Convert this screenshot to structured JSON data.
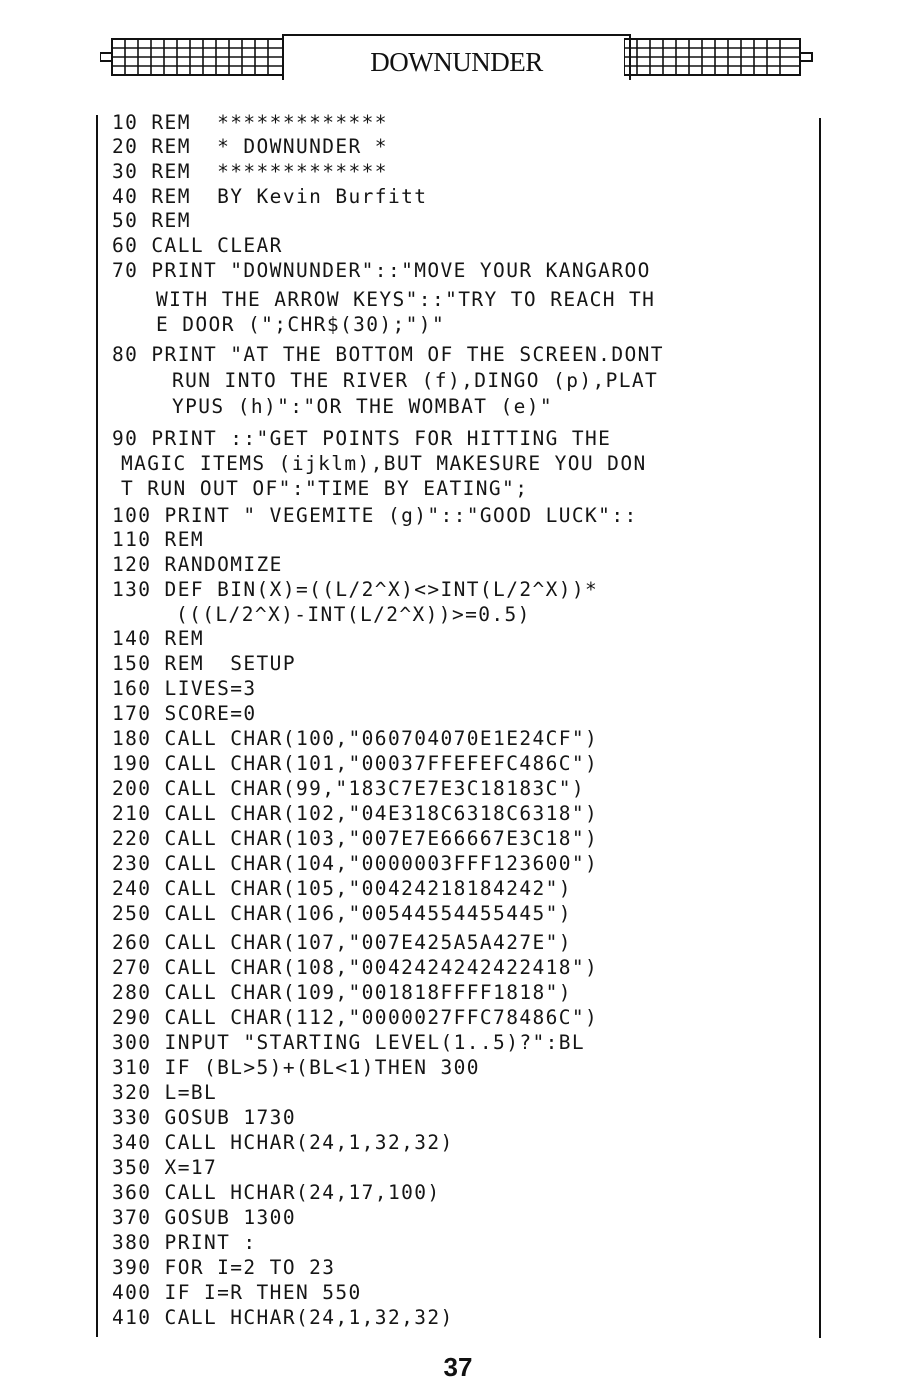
{
  "header": {
    "title": "DOWNUNDER"
  },
  "listing": [
    "10 REM  *************",
    "20 REM  * DOWNUNDER *",
    "30 REM  *************",
    "40 REM  BY Kevin Burfitt",
    "50 REM",
    "60 CALL CLEAR",
    "70 PRINT \"DOWNUNDER\"::\"MOVE YOUR KANGAROO",
    "WITH THE ARROW KEYS\"::\"TRY TO REACH TH",
    "E DOOR (\";CHR$(30);\")\"",
    "80 PRINT \"AT THE BOTTOM OF THE SCREEN.DONT",
    "RUN INTO THE RIVER (f),DINGO (p),PLAT",
    "YPUS (h)\":\"OR THE WOMBAT (e)\"",
    "90 PRINT ::\"GET POINTS FOR HITTING THE",
    "MAGIC ITEMS (ijklm),BUT MAKESURE YOU DON",
    "T RUN OUT OF\":\"TIME BY EATING\";",
    "100 PRINT \" VEGEMITE (g)\"::\"GOOD LUCK\"::",
    "110 REM",
    "120 RANDOMIZE",
    "130 DEF BIN(X)=((L/2^X)<>INT(L/2^X))*",
    "(((L/2^X)-INT(L/2^X))>=0.5)",
    "140 REM",
    "150 REM  SETUP",
    "160 LIVES=3",
    "170 SCORE=0",
    "180 CALL CHAR(100,\"060704070E1E24CF\")",
    "190 CALL CHAR(101,\"00037FFEFEFC486C\")",
    "200 CALL CHAR(99,\"183C7E7E3C18183C\")",
    "210 CALL CHAR(102,\"04E318C6318C6318\")",
    "220 CALL CHAR(103,\"007E7E66667E3C18\")",
    "230 CALL CHAR(104,\"0000003FFF123600\")",
    "240 CALL CHAR(105,\"00424218184242\")",
    "250 CALL CHAR(106,\"00544554455445\")",
    "260 CALL CHAR(107,\"007E425A5A427E\")",
    "270 CALL CHAR(108,\"0042424242422418\")",
    "280 CALL CHAR(109,\"001818FFFF1818\")",
    "290 CALL CHAR(112,\"0000027FFC78486C\")",
    "300 INPUT \"STARTING LEVEL(1..5)?\":BL",
    "310 IF (BL>5)+(BL<1)THEN 300",
    "320 L=BL",
    "330 GOSUB 1730",
    "340 CALL HCHAR(24,1,32,32)",
    "350 X=17",
    "360 CALL HCHAR(24,17,100)",
    "370 GOSUB 1300",
    "380 PRINT :",
    "390 FOR I=2 TO 23",
    "400 IF I=R THEN 550",
    "410 CALL HCHAR(24,1,32,32)"
  ],
  "page_number": "37"
}
